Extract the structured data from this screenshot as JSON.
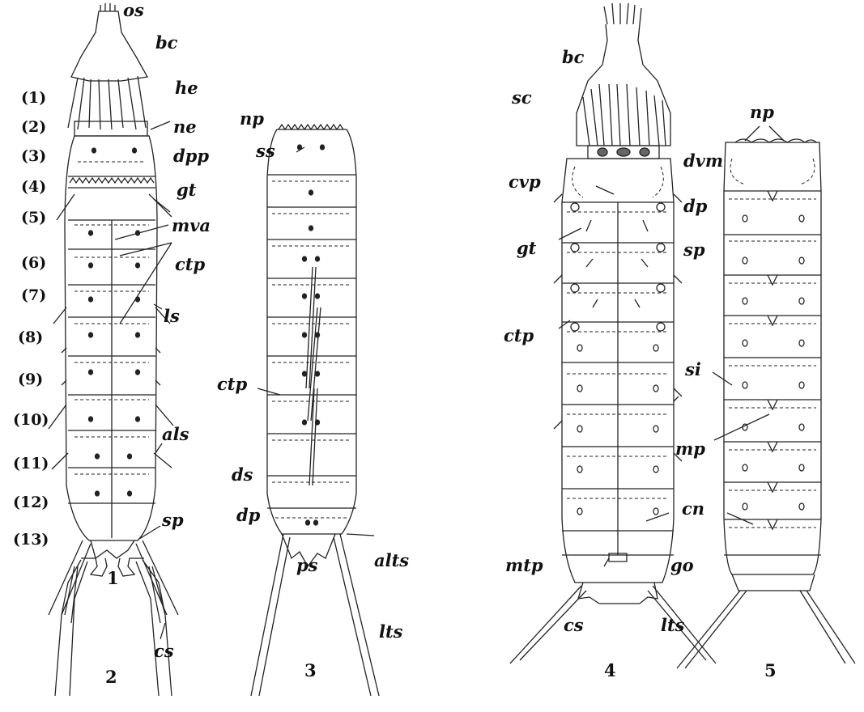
{
  "segments": [
    "(1)",
    "(2)",
    "(3)",
    "(4)",
    "(5)",
    "(6)",
    "(7)",
    "(8)",
    "(9)",
    "(10)",
    "(11)",
    "(12)",
    "(13)"
  ],
  "figure_numbers": {
    "f1": "1",
    "f2": "2",
    "f3": "3",
    "f4": "4",
    "f5": "5"
  },
  "labels": {
    "fig1": {
      "os": "os",
      "bc": "bc",
      "he": "he",
      "ne": "ne",
      "dpp": "dpp",
      "gt": "gt",
      "mva": "mva",
      "ctp": "ctp",
      "ls": "ls",
      "als": "als",
      "sp": "sp"
    },
    "fig2": {
      "cs": "cs"
    },
    "fig3": {
      "np": "np",
      "ss": "ss",
      "ctp": "ctp",
      "ds": "ds",
      "dp": "dp",
      "ps": "ps",
      "alts": "alts",
      "lts": "lts"
    },
    "fig4": {
      "bc": "bc",
      "sc": "sc",
      "cvp": "cvp",
      "gt": "gt",
      "ctp": "ctp",
      "mtp": "mtp",
      "cs": "cs",
      "lts": "lts",
      "go": "go"
    },
    "fig5": {
      "np": "np",
      "dvm": "dvm",
      "dp": "dp",
      "sp": "sp",
      "si": "si",
      "mp": "mp",
      "cn": "cn"
    }
  }
}
